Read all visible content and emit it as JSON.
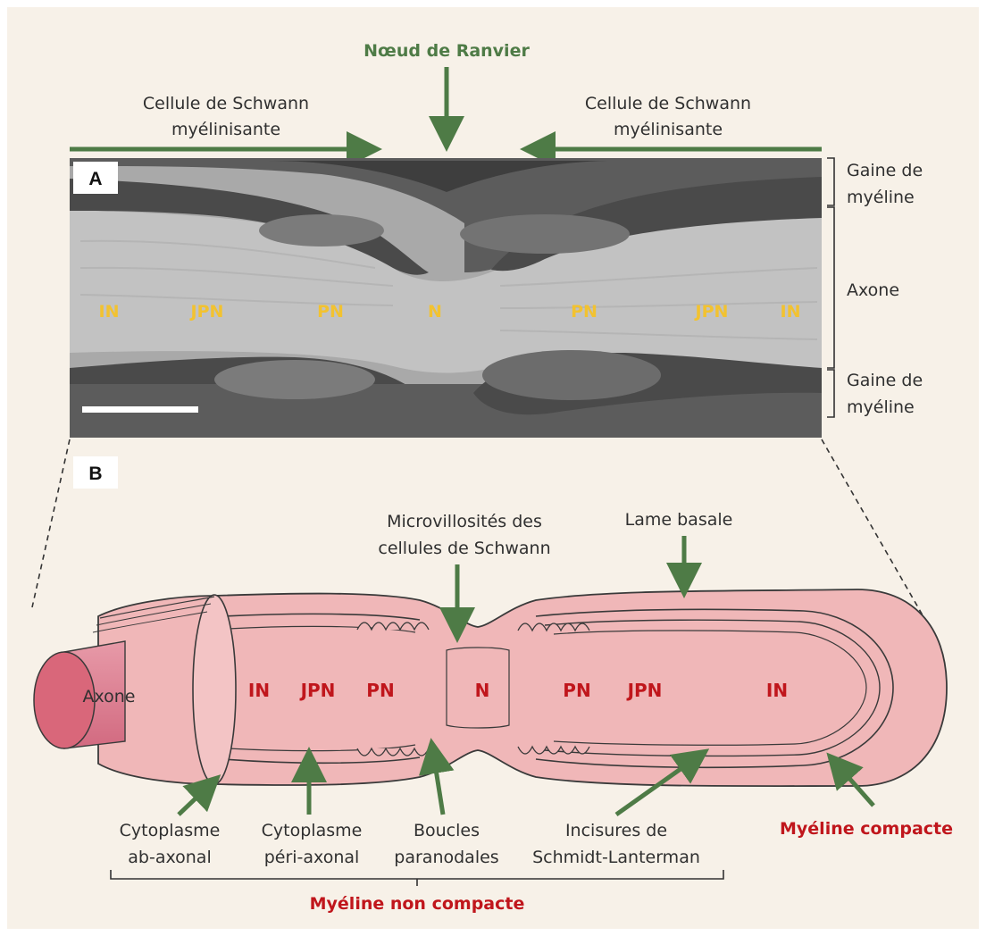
{
  "top": {
    "node_title": "Nœud de Ranvier",
    "schwann_left": [
      "Cellule de Schwann",
      "myélinisante"
    ],
    "schwann_right": [
      "Cellule de Schwann",
      "myélinisante"
    ]
  },
  "panel_a": {
    "letter": "A",
    "zones": [
      "IN",
      "JPN",
      "PN",
      "N",
      "PN",
      "JPN",
      "IN"
    ],
    "right_labels": {
      "gaine_top": [
        "Gaine de",
        "myéline"
      ],
      "axone": "Axone",
      "gaine_bottom": [
        "Gaine de",
        "myéline"
      ]
    }
  },
  "panel_b": {
    "letter": "B",
    "axone_label": "Axone",
    "zones": [
      "IN",
      "JPN",
      "PN",
      "N",
      "PN",
      "JPN",
      "IN"
    ],
    "microvillosites": [
      "Microvillosités des",
      "cellules de Schwann"
    ],
    "lame_basale": "Lame basale",
    "bottom_labels": {
      "cytoplasme_ab": [
        "Cytoplasme",
        "ab-axonal"
      ],
      "cytoplasme_peri": [
        "Cytoplasme",
        "péri-axonal"
      ],
      "boucles": [
        "Boucles",
        "paranodales"
      ],
      "incisures": [
        "Incisures de",
        "Schmidt-Lanterman"
      ]
    },
    "myeline_compacte": "Myéline compacte",
    "myeline_non_compacte": "Myéline non compacte"
  },
  "colors": {
    "green": "#4e7b46",
    "red": "#c0161c",
    "yellow": "#f2c230",
    "pink": "#f0b7b8",
    "pink_dark": "#d9677a",
    "background": "#f7f1e8"
  }
}
